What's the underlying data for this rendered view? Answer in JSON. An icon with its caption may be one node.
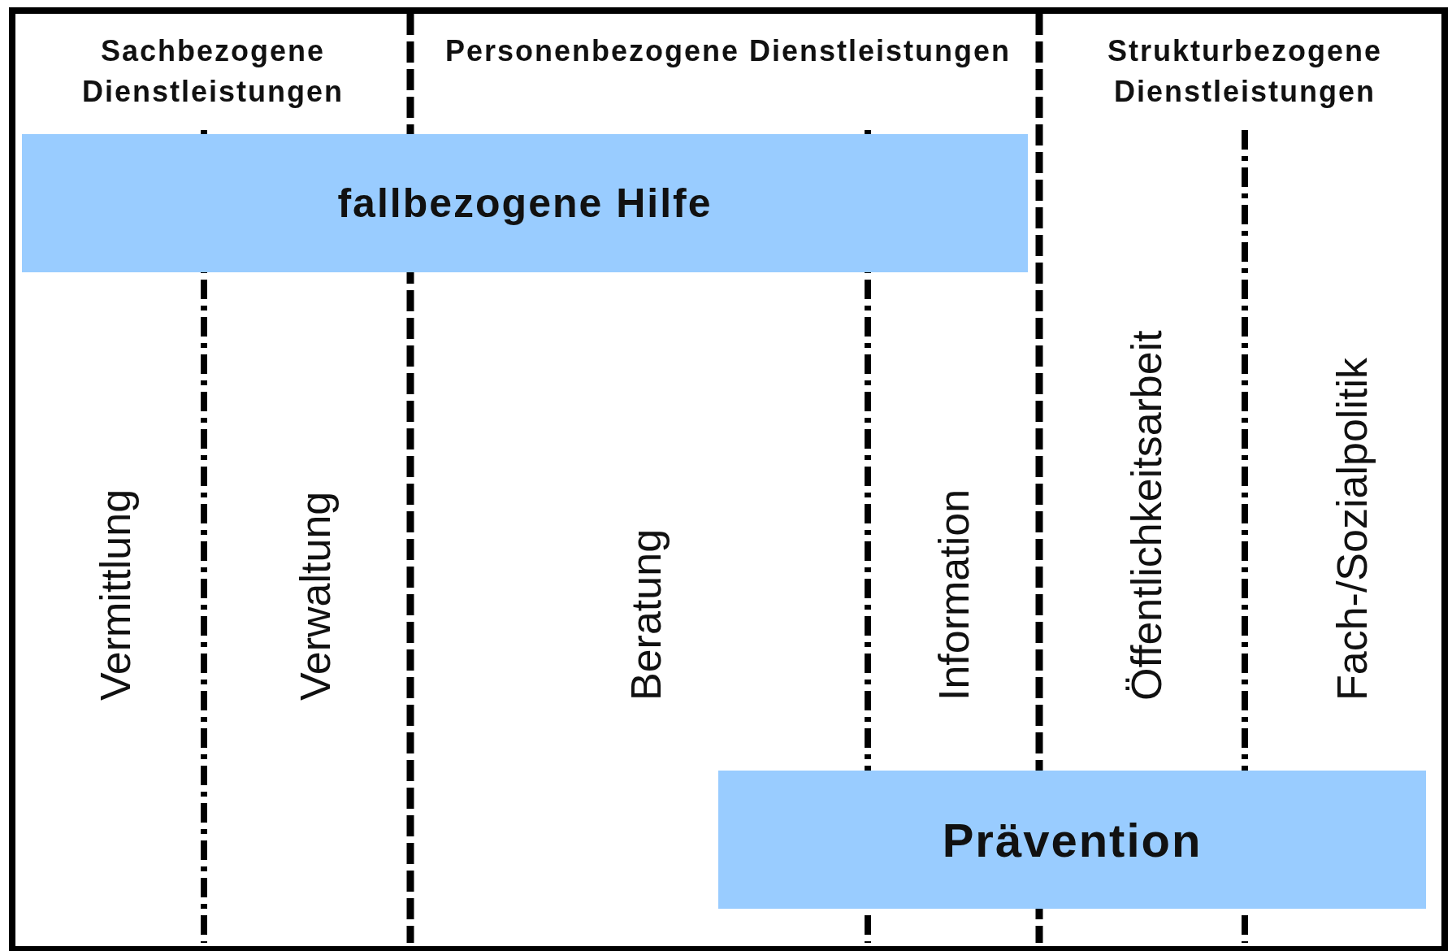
{
  "diagram": {
    "nodes": [
      {
        "text": [
          "fallbezogene Hilfe"
        ]
      },
      {
        "text": [
          "Prävention"
        ]
      }
    ],
    "labels": [
      "Sachbezogene Dienstleistungen",
      "Personenbezogene Dienstleistungen",
      "Strukturbezogene Dienstleistungen",
      "Vermittlung",
      "Verwaltung",
      "Beratung",
      "Information",
      "Öffentlichkeitsarbeit",
      "Fach-/Sozialpolitik"
    ]
  }
}
